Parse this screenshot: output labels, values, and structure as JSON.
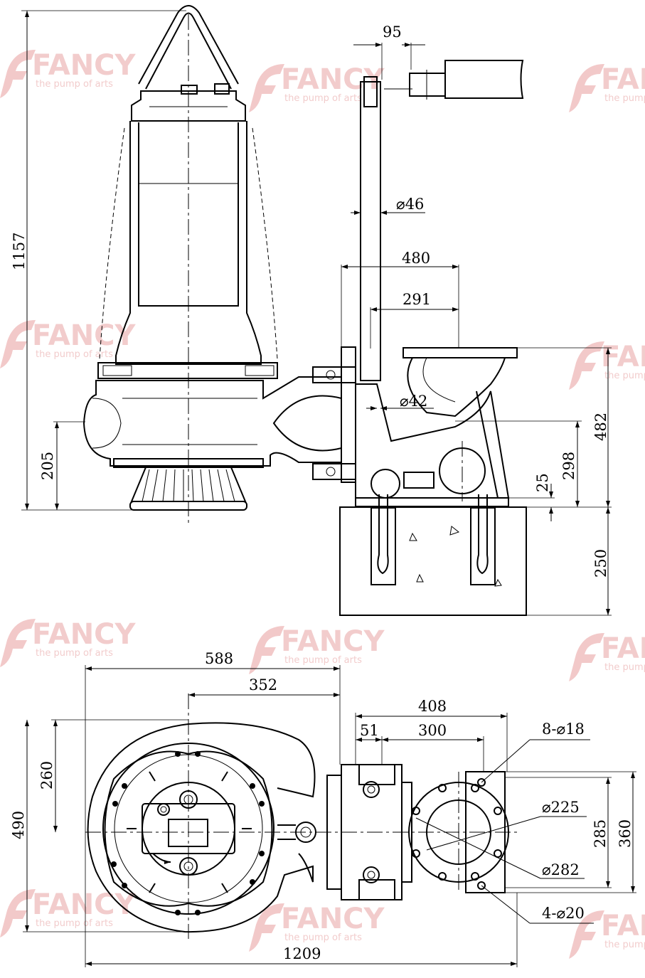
{
  "watermark": {
    "brand": "FANCY",
    "tagline": "the pump of arts",
    "color": "#f0c4c4"
  },
  "side_view": {
    "dims": {
      "d1157": "1157",
      "d95": "95",
      "d46": "⌀46",
      "d480": "480",
      "d291": "291",
      "d42": "⌀42",
      "d482": "482",
      "d298": "298",
      "d25": "25",
      "d205": "205",
      "d250": "250"
    }
  },
  "plan_view": {
    "dims": {
      "d588": "588",
      "d352": "352",
      "d408": "408",
      "d51": "51",
      "d300": "300",
      "d8x18": "8-⌀18",
      "d225": "⌀225",
      "d282": "⌀282",
      "d4x20": "4-⌀20",
      "d260": "260",
      "d490": "490",
      "d285": "285",
      "d360": "360",
      "d1209": "1209"
    }
  }
}
